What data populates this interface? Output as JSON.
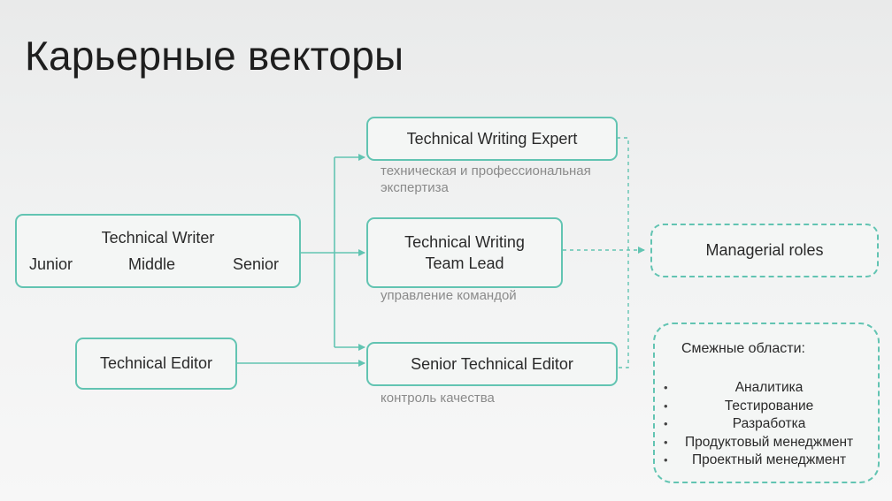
{
  "title": "Карьерные векторы",
  "colors": {
    "accent": "#62c4b2",
    "caption": "#8a8a8a",
    "text": "#2a2a2a"
  },
  "technical_writer": {
    "title": "Technical Writer",
    "levels": [
      "Junior",
      "Middle",
      "Senior"
    ]
  },
  "technical_editor": {
    "label": "Technical Editor"
  },
  "expert": {
    "label": "Technical Writing Expert",
    "caption_line1": "техническая и профессиональная",
    "caption_line2": "экспертиза"
  },
  "team_lead": {
    "label_line1": "Technical Writing",
    "label_line2": "Team Lead",
    "caption": "управление командой"
  },
  "senior_editor": {
    "label": "Senior Technical Editor",
    "caption": "контроль качества"
  },
  "managerial": {
    "label": "Managerial roles"
  },
  "adjacent": {
    "title": "Смежные области:",
    "items": [
      "Аналитика",
      "Тестирование",
      "Разработка",
      "Продуктовый менеджмент",
      "Проектный менеджмент"
    ]
  }
}
